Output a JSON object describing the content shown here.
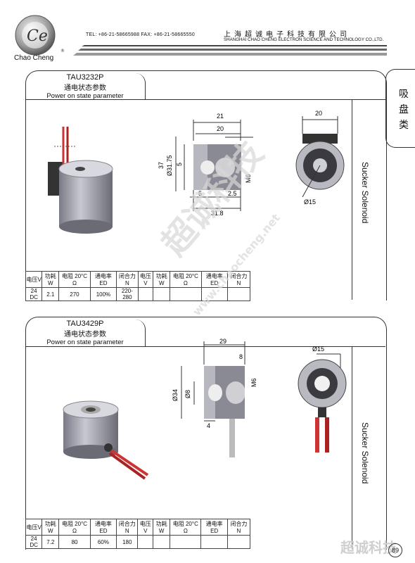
{
  "header": {
    "brand_name": "Chao Cheng",
    "logo_text": "Ce",
    "contact": "TEL: +86-21-58665988  FAX: +86-21-58665550",
    "company_cn": "上海超诚电子科技有限公司",
    "company_en": "SHANGHAI CHAO CHENG ELECTRON SCIENCE AND TECHNOLOGY CO.,LTD."
  },
  "side_tab": {
    "chars": [
      "吸",
      "盘",
      "类"
    ]
  },
  "products": [
    {
      "model": "TAU3232P",
      "state_cn": "通电状态参数",
      "state_en": "Power on state parameter",
      "side_label": "Sucker Solenoid",
      "dims": {
        "d1": "21",
        "d2": "20",
        "d3": "37",
        "d4": "Ø31.75",
        "d5": "5",
        "d6": "M6",
        "d7": "5",
        "d8": "2.5",
        "d9": "31.8",
        "d10": "20",
        "d11": "Ø15"
      },
      "table": {
        "headers": [
          "电压V",
          "功耗W",
          "电阻 20°C Ω",
          "通电率 ED",
          "闭合力N",
          "电压V",
          "功耗W",
          "电阻 20°C Ω",
          "通电率 ED",
          "闭合力 N"
        ],
        "row": [
          "24 DC",
          "2.1",
          "270",
          "100%",
          "220-280",
          "",
          "",
          "",
          "",
          ""
        ]
      }
    },
    {
      "model": "TAU3429P",
      "state_cn": "通电状态参数",
      "state_en": "Power on state parameter",
      "side_label": "Sucker Solenoid",
      "dims": {
        "d1": "29",
        "d2": "8",
        "d3": "Ø34",
        "d4": "Ø8",
        "d5": "M6",
        "d6": "4",
        "d7": "Ø15"
      },
      "table": {
        "headers": [
          "电压V",
          "功耗W",
          "电阻 20°C Ω",
          "通电率 ED",
          "闭合力N",
          "电压V",
          "功耗W",
          "电阻 20°C Ω",
          "通电率 ED",
          "闭合力 N"
        ],
        "row": [
          "24 DC",
          "7.2",
          "80",
          "60%",
          "180",
          "",
          "",
          "",
          "",
          ""
        ]
      }
    }
  ],
  "watermark": {
    "cn": "超诚科技",
    "url": "www.chaocheng.net"
  },
  "footer": {
    "cn": "超诚科技",
    "page": "89"
  }
}
